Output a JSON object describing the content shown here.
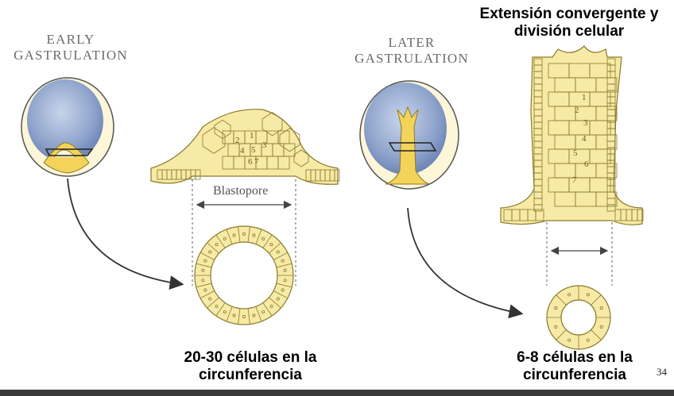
{
  "left": {
    "stage_line1": "EARLY",
    "stage_line2": "GASTRULATION",
    "blastopore_label": "Blastopore",
    "caption_line1": "20-30 células en la",
    "caption_line2": "circunferencia"
  },
  "right": {
    "title_line1": "Extensión convergente y",
    "title_line2": "división celular",
    "stage_line1": "LATER",
    "stage_line2": "GASTRULATION",
    "caption_line1": "6-8 células en la",
    "caption_line2": "circunferencia"
  },
  "left_cell_numbers": [
    "1",
    "2",
    "3",
    "4",
    "5",
    "6",
    "7"
  ],
  "right_cell_numbers": [
    "1",
    "2",
    "3",
    "4",
    "5",
    "6",
    "7"
  ],
  "slide_number": "34",
  "colors": {
    "cell_fill": "#f7eaa6",
    "cell_stroke": "#8a7a2a",
    "embryo_blue": "#9aaed0",
    "embryo_yellow": "#f3d35a",
    "arrow": "#333333"
  }
}
